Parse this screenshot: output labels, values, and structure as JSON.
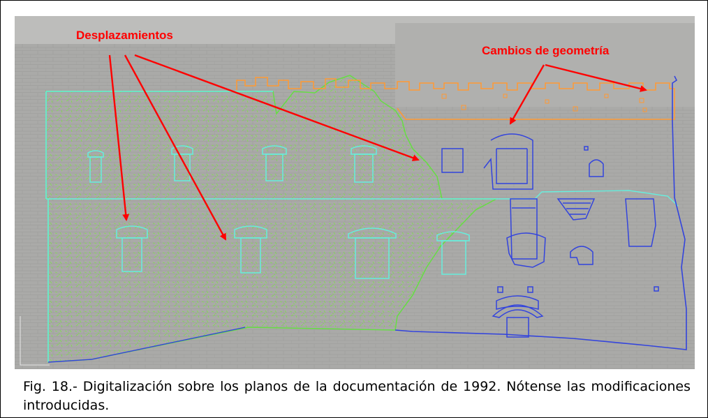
{
  "figure": {
    "annotations": {
      "displacements": "Desplazamientos",
      "geometry_changes": "Cambios de geometría"
    },
    "colors": {
      "annotation": "#ff0000",
      "overlay_green": "#66dd44",
      "overlay_cyan": "#66eedd",
      "overlay_blue": "#3344dd",
      "overlay_orange": "#ff9933",
      "background_photo": "#a9a9a7"
    }
  },
  "caption": {
    "text": "Fig. 18.- Digitalización sobre los planos de la documentación de 1992. Nótense las modificaciones introducidas."
  }
}
